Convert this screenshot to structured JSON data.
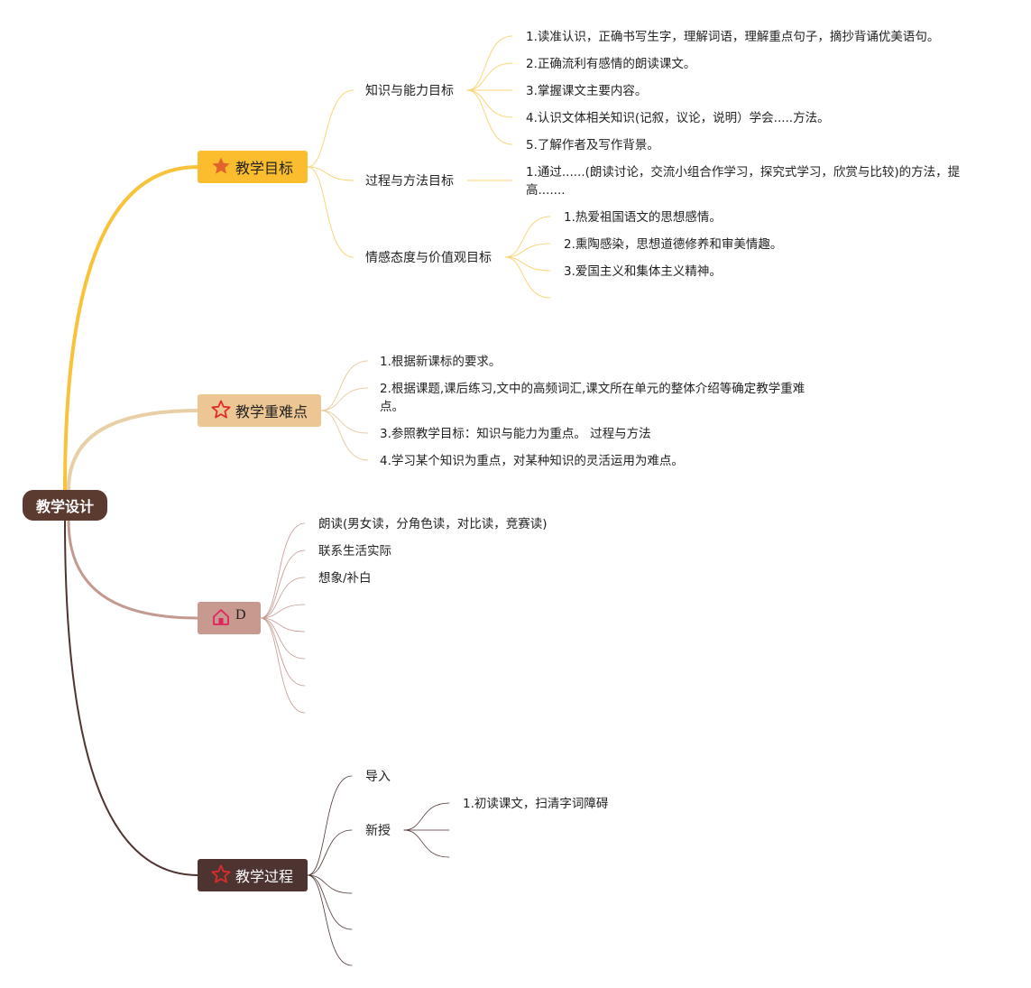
{
  "root": {
    "label": "教学设计"
  },
  "colors": {
    "root": "#5b3a30",
    "goal": "#fbbd2e",
    "keypoint": "#edc793",
    "d": "#c89a8f",
    "process": "#4d3431",
    "line_goal": "#f8c33a",
    "line_goal_sub": "#f9d67a",
    "line_keypoint": "#e8cfa5",
    "line_d": "#c49a90",
    "line_process": "#4d3431"
  },
  "branches": {
    "goal": {
      "label": "教学目标",
      "icon": "star-filled-icon",
      "children": {
        "knowledge": {
          "label": "知识与能力目标",
          "items": [
            "1.读准认识，正确书写生字，理解词语，理解重点句子，摘抄背诵优美语句。",
            "2.正确流利有感情的朗读课文。",
            "3.掌握课文主要内容。",
            "4.认识文体相关知识(记叙，议论，说明）学会.....方法。",
            "5.了解作者及写作背景。"
          ]
        },
        "method": {
          "label": "过程与方法目标",
          "items": [
            "1.通过......(朗读讨论，交流小组合作学习，探究式学习，欣赏与比较)的方法，提高......."
          ]
        },
        "emotion": {
          "label": "情感态度与价值观目标",
          "items": [
            "1.热爱祖国语文的思想感情。",
            "2.熏陶感染，思想道德修养和审美情趣。",
            "3.爱国主义和集体主义精神。"
          ]
        }
      }
    },
    "keypoint": {
      "label": "教学重难点",
      "icon": "star-outline-icon",
      "items": [
        "1.根据新课标的要求。",
        "2.根据课题,课后练习,文中的高频词汇,课文所在单元的整体介绍等确定教学重难点。",
        "3.参照教学目标：知识与能力为重点。 过程与方法",
        "4.学习某个知识为重点，对某种知识的灵活运用为难点。"
      ]
    },
    "d": {
      "label": "D",
      "icon": "home-icon",
      "items": [
        "朗读(男女读，分角色读，对比读，竞赛读)",
        "联系生活实际",
        "想象/补白"
      ]
    },
    "process": {
      "label": "教学过程",
      "icon": "star-outline-icon",
      "children": {
        "intro": {
          "label": "导入"
        },
        "new": {
          "label": "新授",
          "items": [
            "1.初读课文，扫清字词障碍"
          ]
        }
      }
    }
  }
}
